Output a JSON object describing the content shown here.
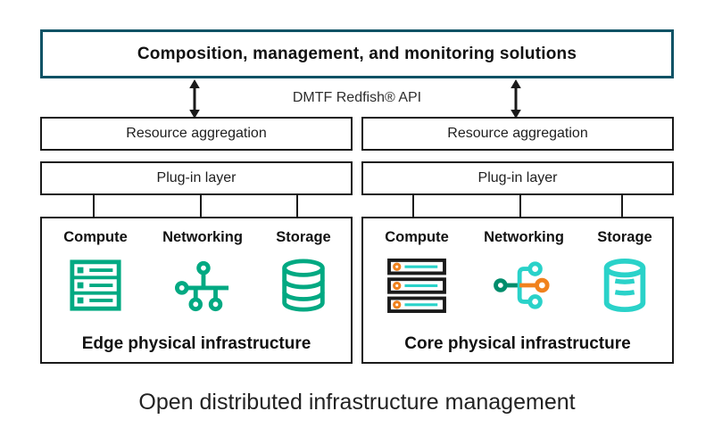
{
  "diagram": {
    "top_box": {
      "label": "Composition, management, and monitoring solutions"
    },
    "api_label": "DMTF Redfish® API",
    "columns": [
      {
        "id": "edge",
        "resource_aggregation": "Resource aggregation",
        "plugin_layer": "Plug-in layer",
        "infrastructure": {
          "title": "Edge physical infrastructure",
          "components": [
            {
              "label": "Compute",
              "icon": "server-stack-icon"
            },
            {
              "label": "Networking",
              "icon": "bus-network-icon"
            },
            {
              "label": "Storage",
              "icon": "database-icon"
            }
          ]
        }
      },
      {
        "id": "core",
        "resource_aggregation": "Resource aggregation",
        "plugin_layer": "Plug-in layer",
        "infrastructure": {
          "title": "Core physical infrastructure",
          "components": [
            {
              "label": "Compute",
              "icon": "server-blades-icon"
            },
            {
              "label": "Networking",
              "icon": "branch-network-icon"
            },
            {
              "label": "Storage",
              "icon": "database-icon"
            }
          ]
        }
      }
    ],
    "caption": "Open distributed infrastructure management",
    "colors": {
      "top_box_border": "#0d5265",
      "box_border": "#1a1a1a",
      "edge_icon_green": "#01A982",
      "core_icon_teal": "#2AD2C9",
      "core_icon_orange": "#F0821E",
      "core_icon_dark_green": "#018D6C",
      "text": "#111111"
    }
  }
}
